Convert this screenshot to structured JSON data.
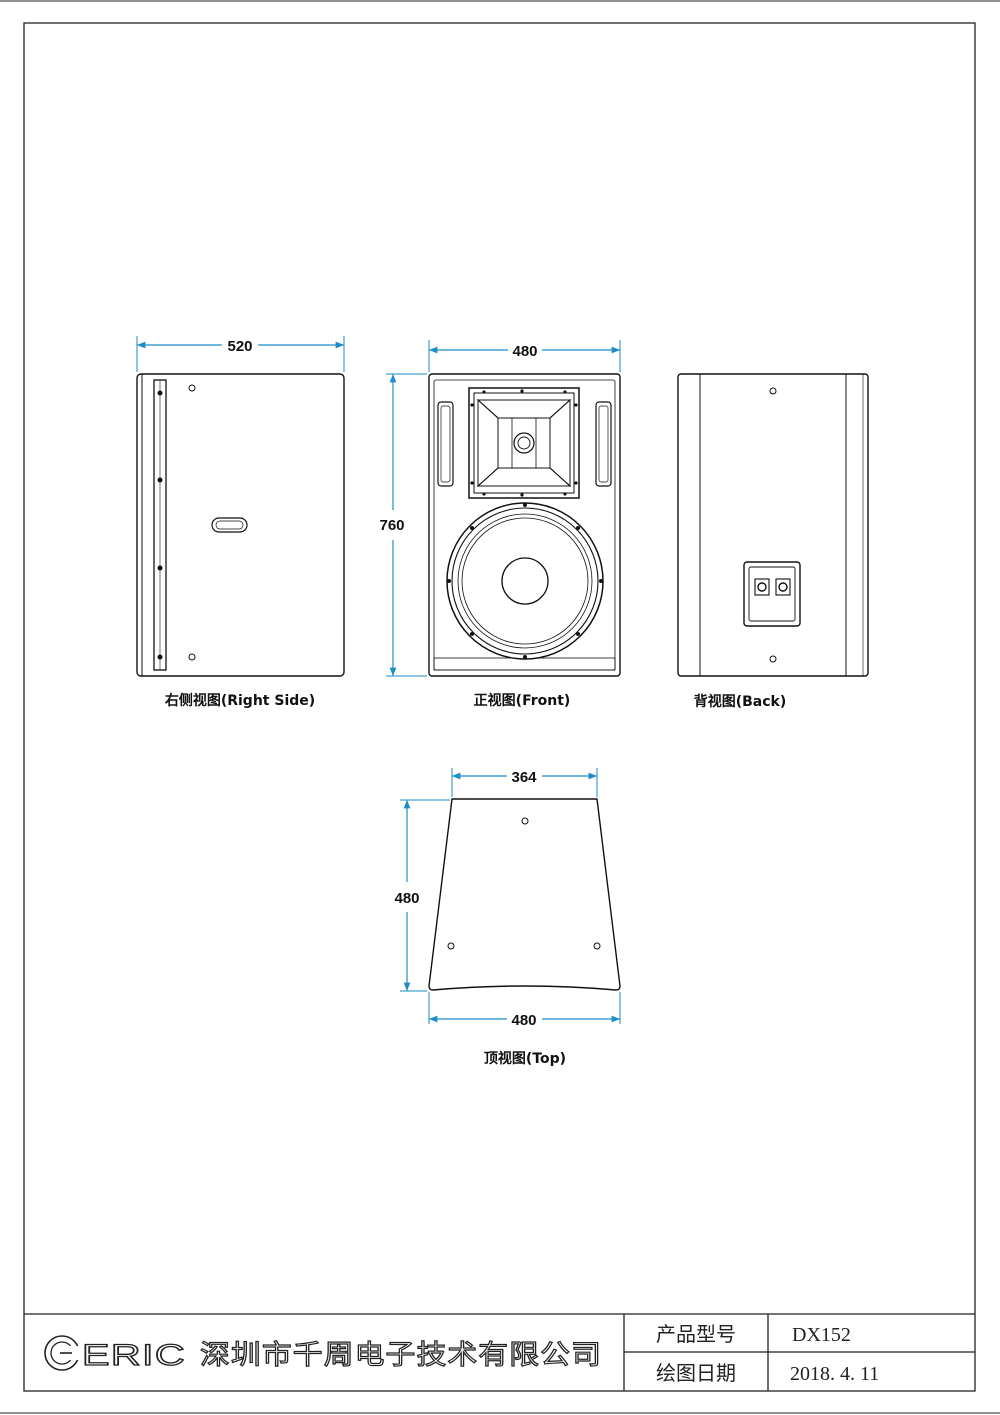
{
  "views": {
    "side": {
      "caption": "右侧视图(Right Side)",
      "width_dim": "520"
    },
    "front": {
      "caption": "正视图(Front)",
      "width_dim": "480",
      "height_dim": "760"
    },
    "back": {
      "caption": "背视图(Back)"
    },
    "top": {
      "caption": "顶视图(Top)",
      "top_width_dim": "364",
      "depth_dim": "480",
      "bottom_width_dim": "480"
    }
  },
  "title_block": {
    "logo_text": "ERIC",
    "company": "深圳市千周电子技术有限公司",
    "model_label": "产品型号",
    "model_value": "DX152",
    "date_label": "绘图日期",
    "date_value": "2018. 4. 11"
  },
  "colors": {
    "dimension_line": "#1b8ec9",
    "outline": "#111111"
  }
}
